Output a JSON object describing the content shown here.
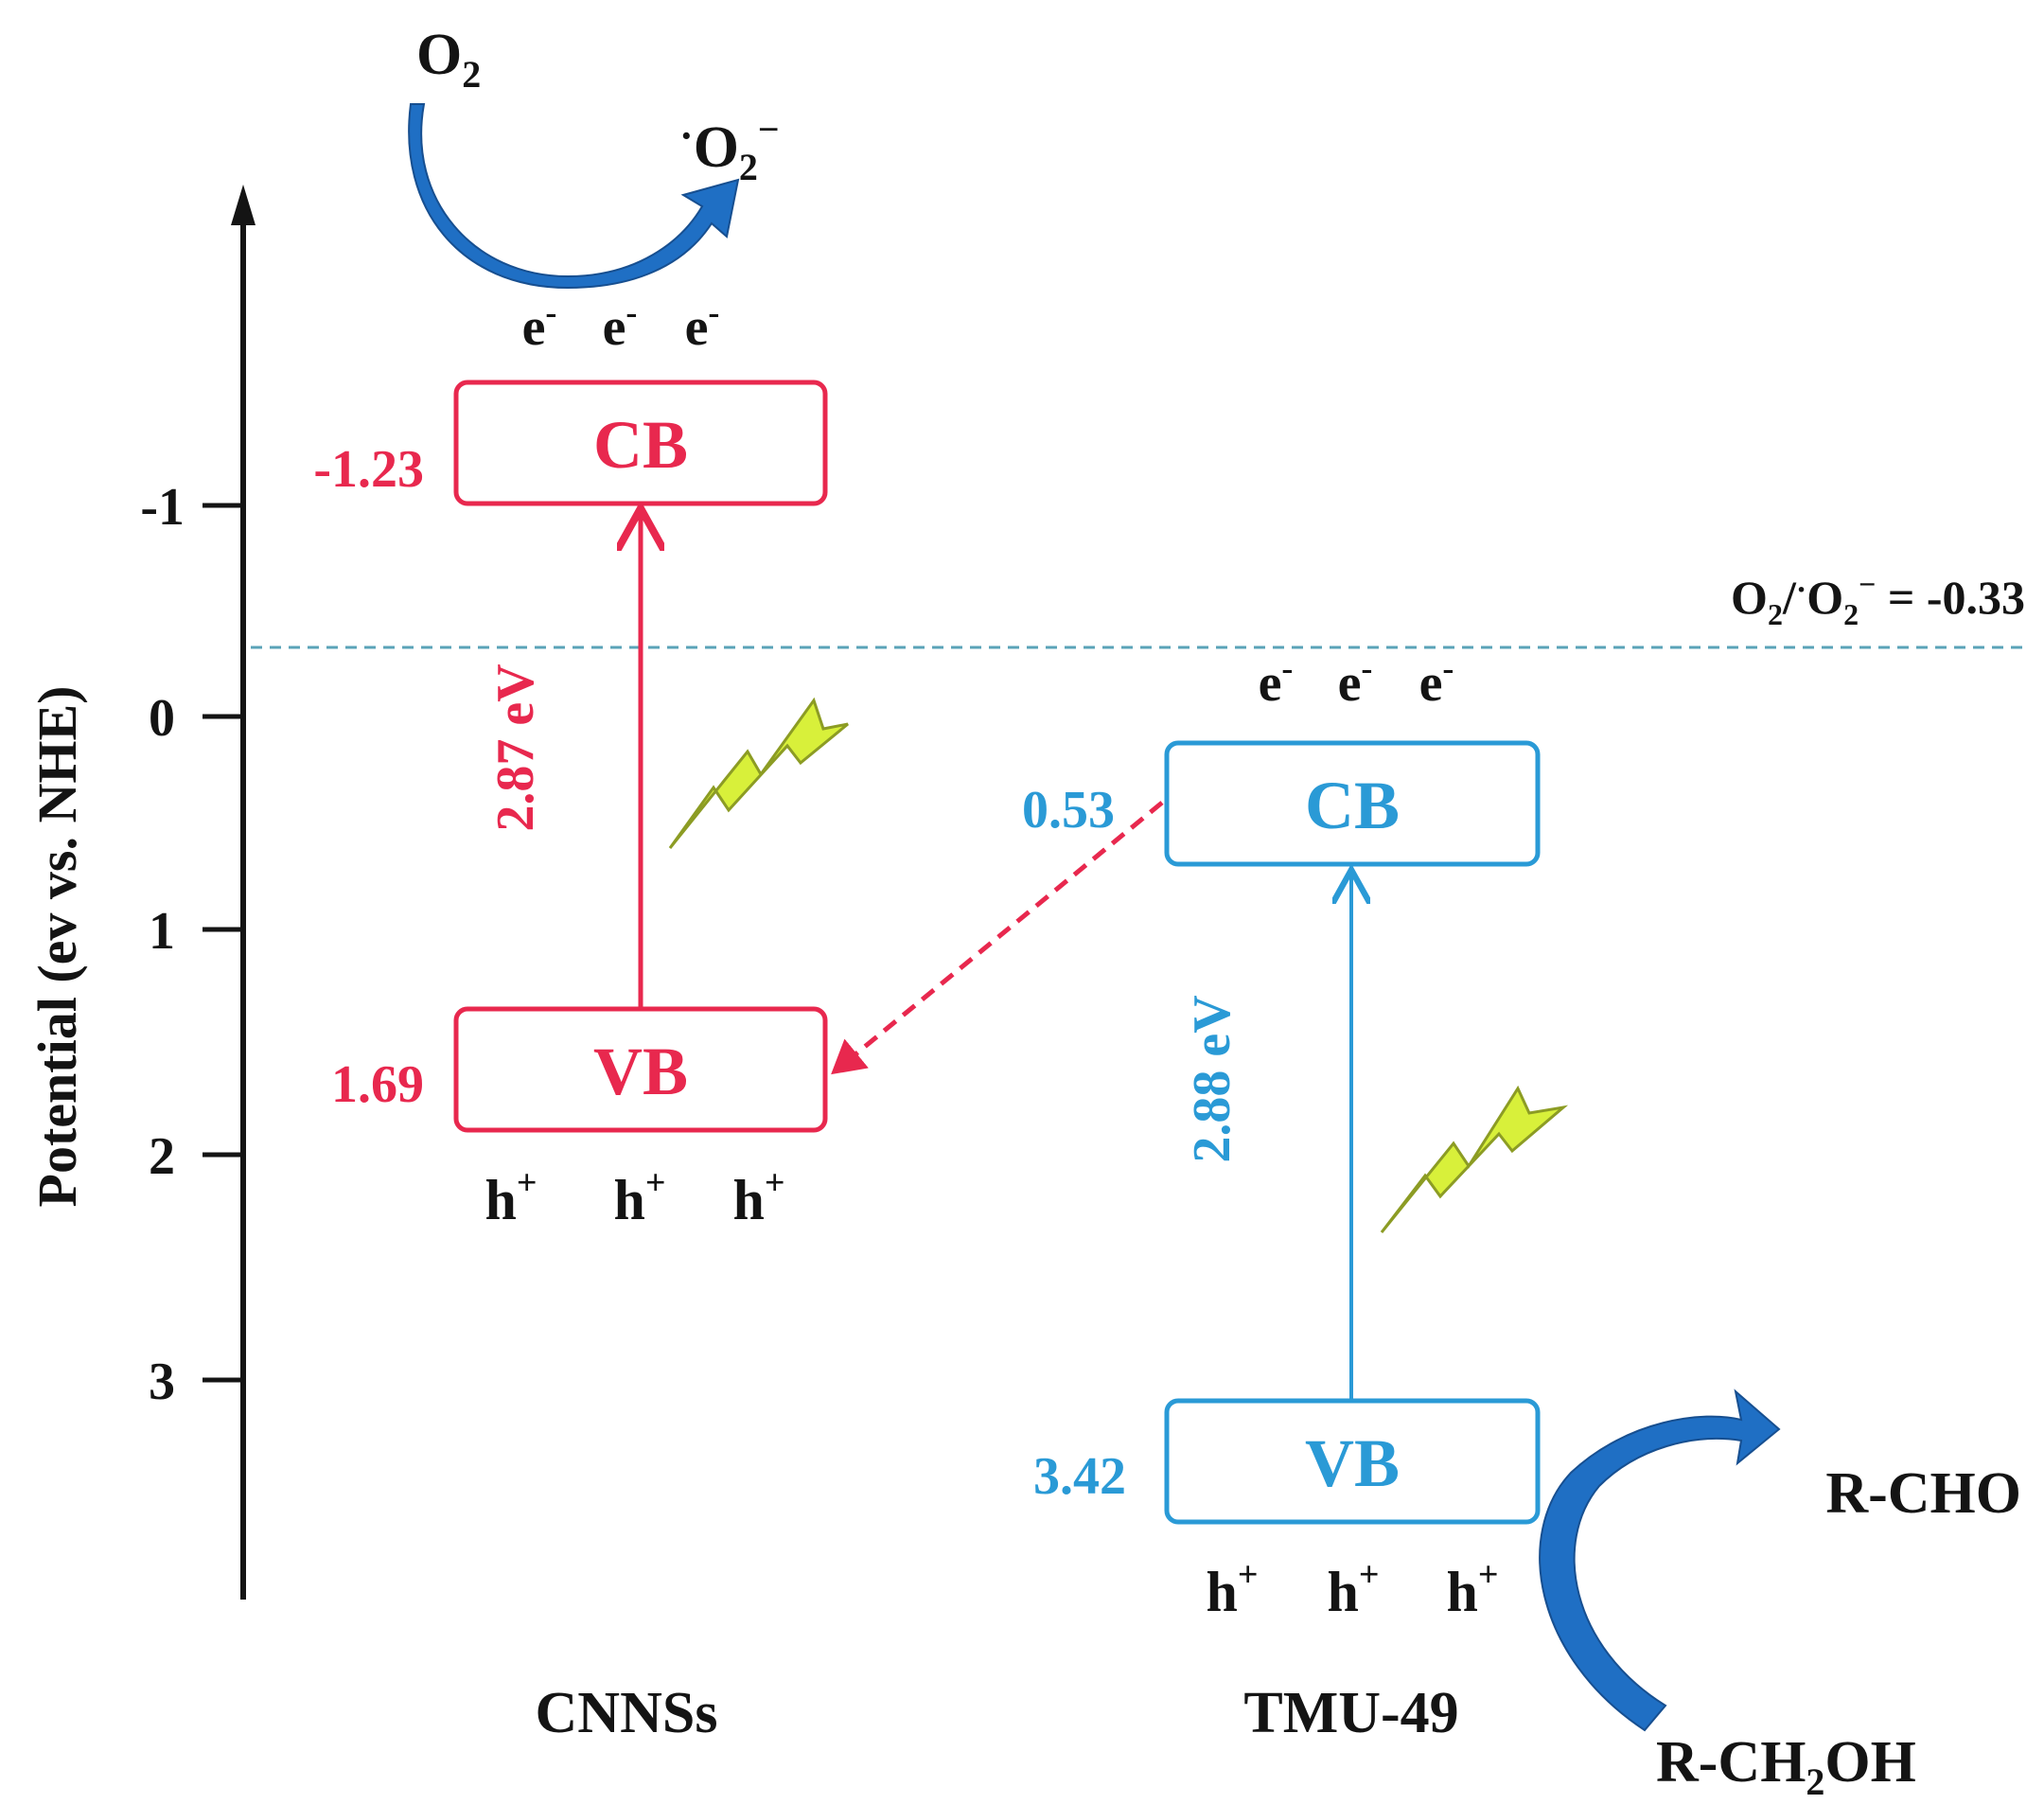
{
  "axis": {
    "label": "Potential (ev vs. NHE)",
    "ticks": [
      "-1",
      "0",
      "1",
      "2",
      "3"
    ]
  },
  "reference_line": {
    "value": -0.33,
    "prefix": "O",
    "sub": "2",
    "mid": "/",
    "radical": "·",
    "o": "O",
    "sub2": "2",
    "sup": "−",
    "suffix": " = -0.33"
  },
  "cnns": {
    "name": "CNNSs",
    "cb_label": "CB",
    "vb_label": "VB",
    "cb_value": "-1.23",
    "vb_value": "1.69",
    "gap": "2.87 eV",
    "electrons": [
      "e",
      "e",
      "e"
    ],
    "holes": [
      "h",
      "h",
      "h"
    ]
  },
  "tmu": {
    "name": "TMU-49",
    "cb_label": "CB",
    "vb_label": "VB",
    "cb_value": "0.53",
    "vb_value": "3.42",
    "gap": "2.88 eV",
    "electrons": [
      "e",
      "e",
      "e"
    ],
    "holes": [
      "h",
      "h",
      "h"
    ]
  },
  "reactions": {
    "o2": "O",
    "o2_sub": "2",
    "superoxide_dot": "·",
    "superoxide_o": "O",
    "superoxide_sub": "2",
    "superoxide_sup": "−",
    "product": "R-CHO",
    "reactant_a": "R-CH",
    "reactant_sub": "2",
    "reactant_b": "OH"
  },
  "colors": {
    "cnns": "#e8284e",
    "tmu": "#2a9ad6",
    "bolt": "#d8f03a",
    "reaction_arrow": "#1f6fc4"
  },
  "icons": [
    "lightning-bolt-icon",
    "curved-arrow-icon"
  ]
}
